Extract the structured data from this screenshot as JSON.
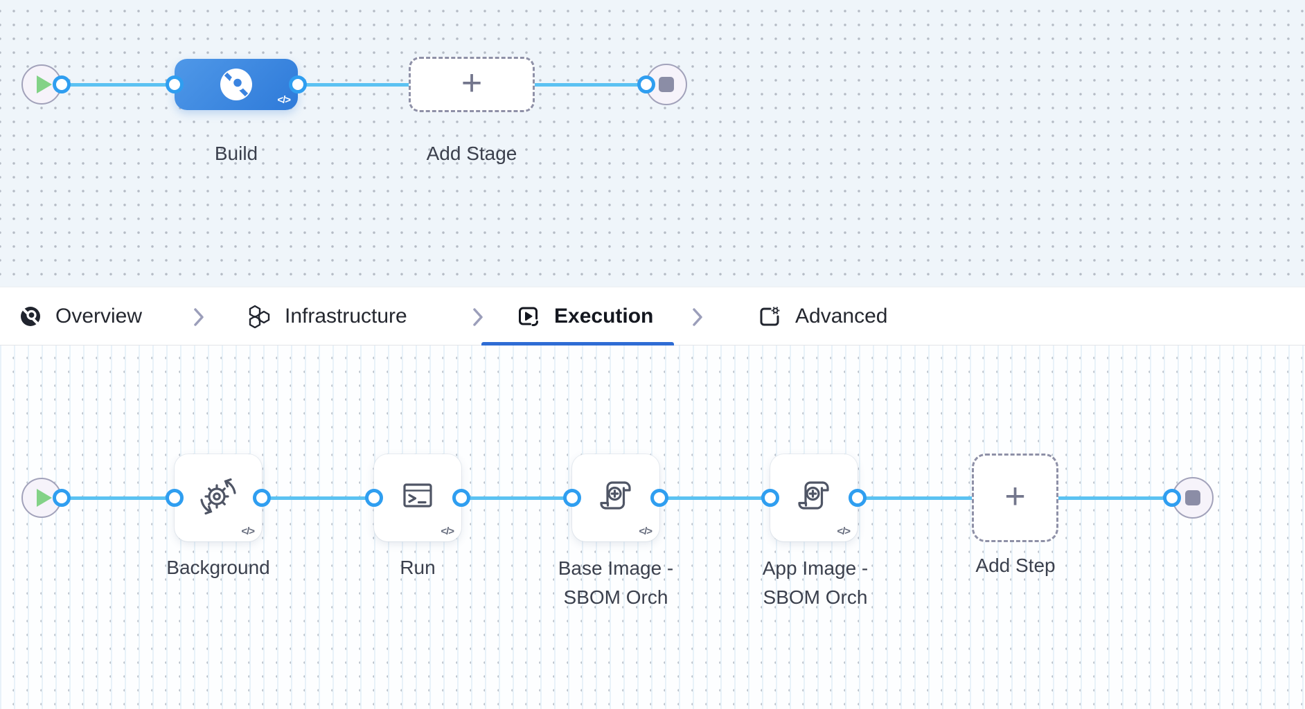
{
  "colors": {
    "connector_blue": "#5bc2f2",
    "port_ring_blue": "#2f9ef0",
    "active_tab_underline": "#2e6cd4",
    "stage_gradient_start": "#4f98e8",
    "stage_gradient_end": "#2e7ad9",
    "play_green": "#83d287",
    "canvas_top_bg": "#eff5fa",
    "canvas_bottom_bg": "#fdfeff"
  },
  "stage_canvas": {
    "start_node_icon": "play-icon",
    "end_node_icon": "stop-icon",
    "stages": [
      {
        "label": "Build",
        "icon": "ci-build-icon",
        "code_glyph": "</>"
      }
    ],
    "add_stage": {
      "label": "Add Stage",
      "plus_glyph": "+"
    }
  },
  "tab_bar": {
    "separator_icon": "chevron-right-icon",
    "items": [
      {
        "label": "Overview",
        "icon": "build-circle-icon",
        "active": false
      },
      {
        "label": "Infrastructure",
        "icon": "hexagons-icon",
        "active": false
      },
      {
        "label": "Execution",
        "icon": "play-square-icon",
        "active": true
      },
      {
        "label": "Advanced",
        "icon": "box-gear-icon",
        "active": false
      }
    ]
  },
  "execution_canvas": {
    "start_node_icon": "play-icon",
    "end_node_icon": "stop-icon",
    "steps": [
      {
        "label": "Background",
        "icon": "service-sync-gear-icon",
        "code_glyph": "</>"
      },
      {
        "label": "Run",
        "icon": "terminal-icon",
        "code_glyph": "</>"
      },
      {
        "label_line1": "Base Image -",
        "label_line2": "SBOM Orch",
        "icon": "sbom-scroll-icon",
        "code_glyph": "</>"
      },
      {
        "label_line1": "App Image -",
        "label_line2": "SBOM Orch",
        "icon": "sbom-scroll-icon",
        "code_glyph": "</>"
      }
    ],
    "add_step": {
      "label": "Add Step",
      "plus_glyph": "+"
    }
  }
}
